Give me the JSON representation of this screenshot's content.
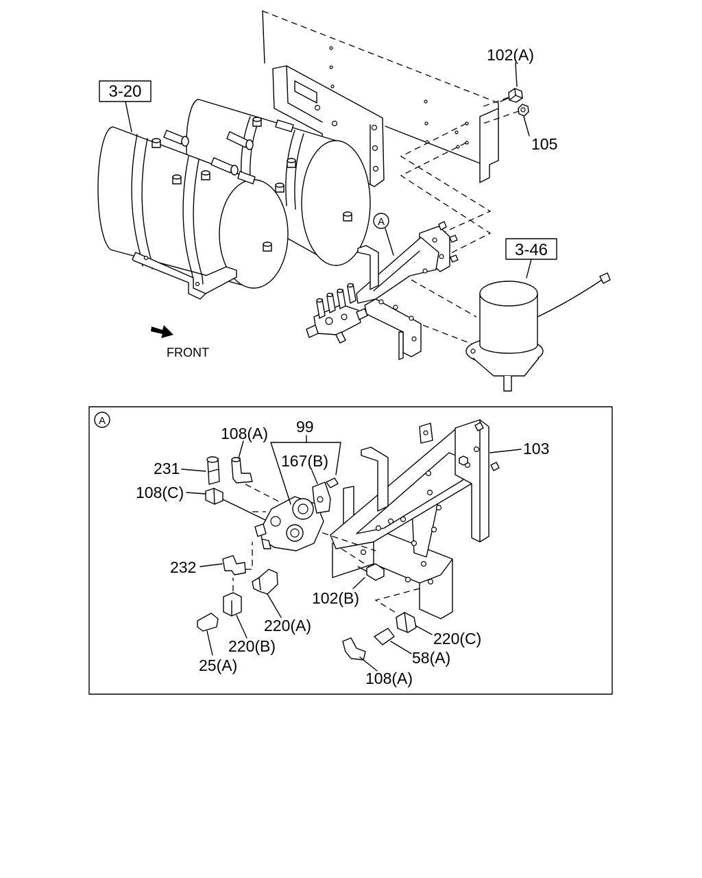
{
  "colors": {
    "line": "#000000",
    "background": "#ffffff"
  },
  "main_view": {
    "ref_box_left": "3-20",
    "ref_box_right": "3-46",
    "callout_bolt": "102(A)",
    "callout_nut": "105",
    "detail_marker": "A",
    "front_label": "FRONT",
    "front_icon": "front-arrow-icon"
  },
  "detail_view": {
    "marker": "A",
    "callout_99": "99",
    "callout_108a_top": "108(A)",
    "callout_167b": "167(B)",
    "callout_103": "103",
    "callout_231": "231",
    "callout_108c": "108(C)",
    "callout_232": "232",
    "callout_102b": "102(B)",
    "callout_220a": "220(A)",
    "callout_220b": "220(B)",
    "callout_25a": "25(A)",
    "callout_220c": "220(C)",
    "callout_58a": "58(A)",
    "callout_108a_bottom": "108(A)"
  }
}
